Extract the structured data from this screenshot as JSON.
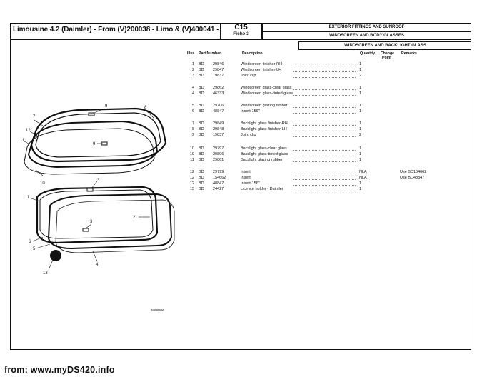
{
  "header": {
    "title": "Limousine 4.2 (Daimler) - From (V)200038 - Limo & (V)400041 -",
    "ref_code": "C15",
    "fiche": "Fiche 3",
    "section_1": "EXTERIOR FITTINGS AND SUNROOF",
    "section_2": "WINDSCREEN AND BODY GLASSES",
    "subsection": "WINDSCREEN AND BACKLIGHT GLASS"
  },
  "columns": {
    "illus": "Illus",
    "part_number": "Part Number",
    "description": "Description",
    "quantity": "Quantity",
    "change_point_1": "Change",
    "change_point_2": "Point",
    "remarks": "Remarks"
  },
  "parts": [
    {
      "illus": "1",
      "prefix": "BD",
      "number": "29846",
      "description": "Windscreen finisher-RH",
      "qty": "1",
      "remarks": ""
    },
    {
      "illus": "2",
      "prefix": "BD",
      "number": "29847",
      "description": "Windscreen finisher-LH",
      "qty": "1",
      "remarks": ""
    },
    {
      "illus": "3",
      "prefix": "BD",
      "number": "19837",
      "description": "Joint clip",
      "qty": "2",
      "remarks": ""
    },
    {
      "illus": "4",
      "prefix": "BD",
      "number": "29862",
      "description": "Windscreen glass-clear glass",
      "qty": "1",
      "remarks": ""
    },
    {
      "illus": "4",
      "prefix": "BD",
      "number": "46333",
      "description": "Windscreen glass-tinted glass",
      "qty": "1",
      "remarks": ""
    },
    {
      "illus": "5",
      "prefix": "BD",
      "number": "29706",
      "description": "Windscreen glazing rubber",
      "qty": "1",
      "remarks": ""
    },
    {
      "illus": "6",
      "prefix": "BD",
      "number": "48847",
      "description": "Insert-156\"",
      "qty": "1",
      "remarks": ""
    },
    {
      "illus": "7",
      "prefix": "BD",
      "number": "29849",
      "description": "Backlight glass finisher-RH",
      "qty": "1",
      "remarks": ""
    },
    {
      "illus": "8",
      "prefix": "BD",
      "number": "29848",
      "description": "Backlight glass finisher-LH",
      "qty": "1",
      "remarks": ""
    },
    {
      "illus": "9",
      "prefix": "BD",
      "number": "19837",
      "description": "Joint clip",
      "qty": "2",
      "remarks": ""
    },
    {
      "illus": "10",
      "prefix": "BD",
      "number": "29797",
      "description": "Backlight glass-clear glass",
      "qty": "1",
      "remarks": ""
    },
    {
      "illus": "10",
      "prefix": "BD",
      "number": "29806",
      "description": "Backlight glass-tinted glass",
      "qty": "1",
      "remarks": ""
    },
    {
      "illus": "11",
      "prefix": "BD",
      "number": "29861",
      "description": "Backlight glazing rubber",
      "qty": "1",
      "remarks": ""
    },
    {
      "illus": "12",
      "prefix": "BD",
      "number": "29799",
      "description": "Insert",
      "qty": "NLA",
      "remarks": "Use BD154662"
    },
    {
      "illus": "12",
      "prefix": "BD",
      "number": "154662",
      "description": "Insert",
      "qty": "NLA",
      "remarks": "Use BD48847"
    },
    {
      "illus": "12",
      "prefix": "BD",
      "number": "48847",
      "description": "Insert-156\"",
      "qty": "1",
      "remarks": ""
    },
    {
      "illus": "13",
      "prefix": "BD",
      "number": "24427",
      "description": "Licence holder - Daimler",
      "qty": "1",
      "remarks": ""
    }
  ],
  "callouts": [
    "9",
    "8",
    "7",
    "12",
    "11",
    "9",
    "10",
    "3",
    "1",
    "2",
    "3",
    "6",
    "5",
    "4",
    "13"
  ],
  "drawing_ref": "MW8696",
  "footer": "from: www.myDS420.info"
}
